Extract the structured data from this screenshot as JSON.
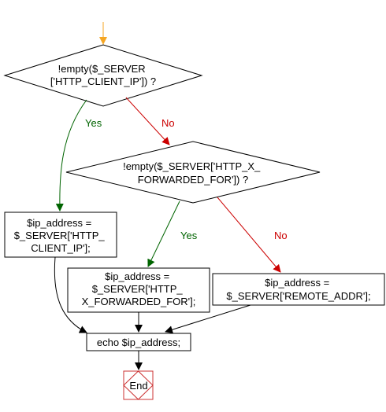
{
  "nodes": {
    "decision_client_ip": {
      "lines": [
        "!empty($_SERVER",
        "['HTTP_CLIENT_IP']) ?"
      ]
    },
    "decision_forwarded": {
      "lines": [
        "!empty($_SERVER['HTTP_X_",
        "FORWARDED_FOR']) ?"
      ]
    },
    "assign_client_ip": {
      "lines": [
        "$ip_address =",
        "$_SERVER['HTTP_",
        "CLIENT_IP'];"
      ]
    },
    "assign_forwarded": {
      "lines": [
        "$ip_address =",
        "$_SERVER['HTTP_",
        "X_FORWARDED_FOR'];"
      ]
    },
    "assign_remote_addr": {
      "lines": [
        "$ip_address =",
        "$_SERVER['REMOTE_ADDR'];"
      ]
    },
    "echo": {
      "lines": [
        "echo $ip_address;"
      ]
    },
    "end": {
      "lines": [
        "End"
      ]
    }
  },
  "edges": {
    "yes_label_1": "Yes",
    "no_label_1": "No",
    "yes_label_2": "Yes",
    "no_label_2": "No"
  },
  "colors": {
    "start_arrow": "#f5a623",
    "yes": "#006400",
    "no": "#cc0000",
    "neutral": "#000000",
    "end_border": "#cc3333"
  }
}
